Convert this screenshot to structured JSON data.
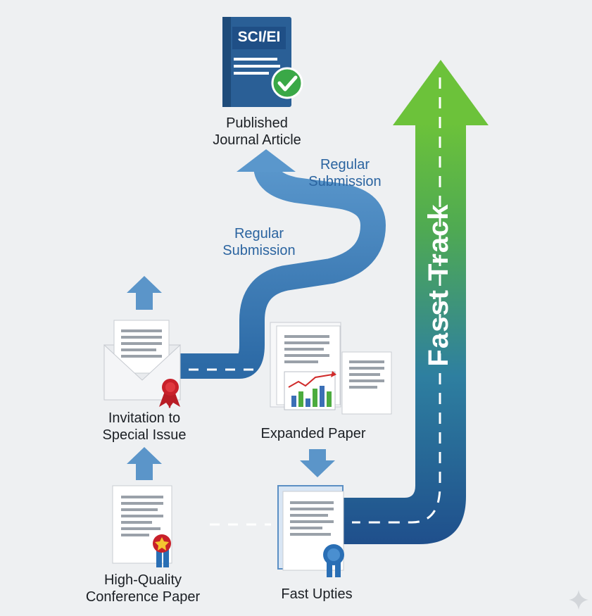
{
  "journal": {
    "badge": "SCI/EI",
    "label_line1": "Published",
    "label_line2": "Journal Article"
  },
  "routes": {
    "regular_upper_line1": "Regular",
    "regular_upper_line2": "Submission",
    "regular_lower_line1": "Regular",
    "regular_lower_line2": "Submission",
    "fast_track": "Fasst Track"
  },
  "nodes": {
    "invitation_line1": "Invitation to",
    "invitation_line2": "Special Issue",
    "expanded": "Expanded Paper",
    "conference_line1": "High-Quality",
    "conference_line2": "Conference Paper",
    "fast_updates": "Fast Upties"
  },
  "colors": {
    "path_blue": "#2f6da8",
    "path_light": "#5b95c9",
    "fast_top": "#66bb3a",
    "fast_bottom": "#1f5b99",
    "check_green": "#3aa847",
    "seal_red": "#c8202a",
    "seal_blue": "#2a6fb5"
  },
  "icons": [
    "document-icon",
    "envelope-icon",
    "ribbon-seal-icon",
    "bar-chart-icon",
    "check-icon",
    "up-arrow-icon",
    "down-arrow-icon",
    "journal-book-icon"
  ]
}
